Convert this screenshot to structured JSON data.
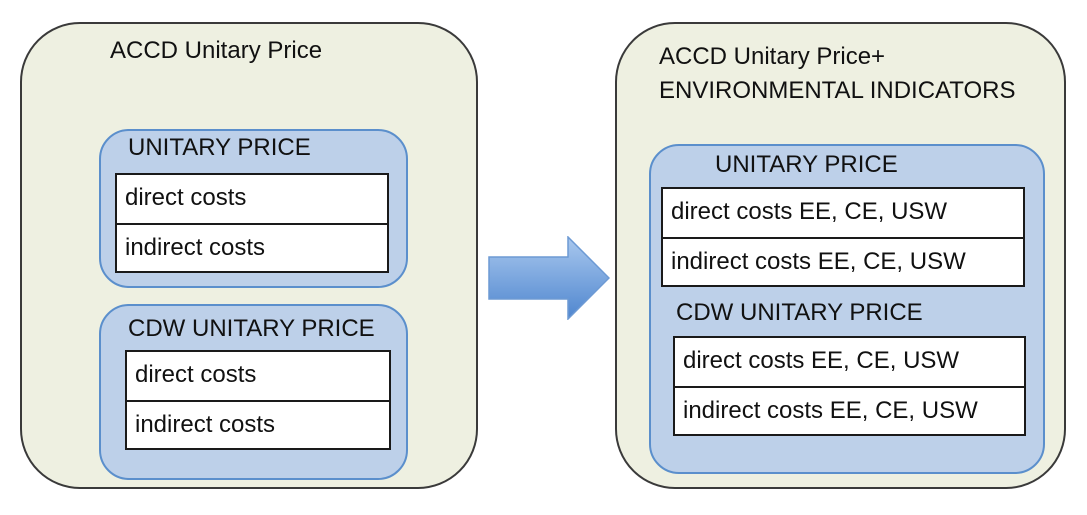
{
  "left_panel": {
    "title": "ACCD Unitary Price",
    "unitary_price": {
      "title": "UNITARY PRICE",
      "rows": [
        "direct costs",
        "indirect costs"
      ]
    },
    "cdw_unitary_price": {
      "title": "CDW UNITARY PRICE",
      "rows": [
        "direct costs",
        "indirect costs"
      ]
    }
  },
  "arrow": {
    "direction": "right"
  },
  "right_panel": {
    "title_line1": "ACCD Unitary Price+",
    "title_line2": "ENVIRONMENTAL INDICATORS",
    "unitary_price": {
      "title": "UNITARY PRICE",
      "rows": [
        "direct costs EE, CE, USW",
        "indirect costs EE, CE, USW"
      ]
    },
    "cdw_unitary_price": {
      "title": "CDW UNITARY PRICE",
      "rows": [
        "direct costs EE, CE, USW",
        "indirect costs EE, CE, USW"
      ]
    }
  },
  "colors": {
    "panel_fill": "#eef0e1",
    "panel_border": "#3a3a3a",
    "group_fill": "#bdd0e9",
    "group_border": "#5b8fcc",
    "arrow_fill_top": "#a9c8ee",
    "arrow_fill_bottom": "#4f86cf"
  }
}
